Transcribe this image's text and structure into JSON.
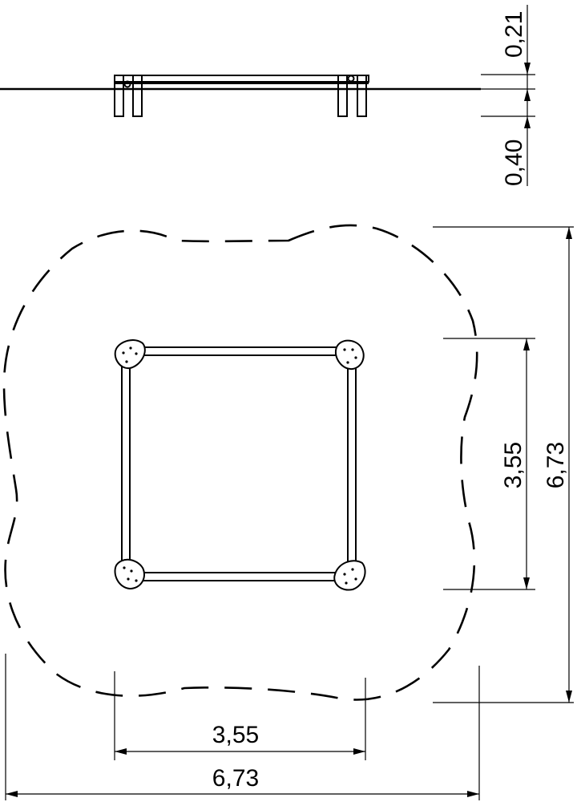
{
  "side_view": {
    "height_above": "0,21",
    "depth_below": "0,40"
  },
  "plan_view": {
    "frame_width": "3,55",
    "safety_width": "6,73",
    "frame_height": "3,55",
    "safety_height": "6,73"
  },
  "colors": {
    "line": "#000000",
    "background": "#ffffff"
  }
}
